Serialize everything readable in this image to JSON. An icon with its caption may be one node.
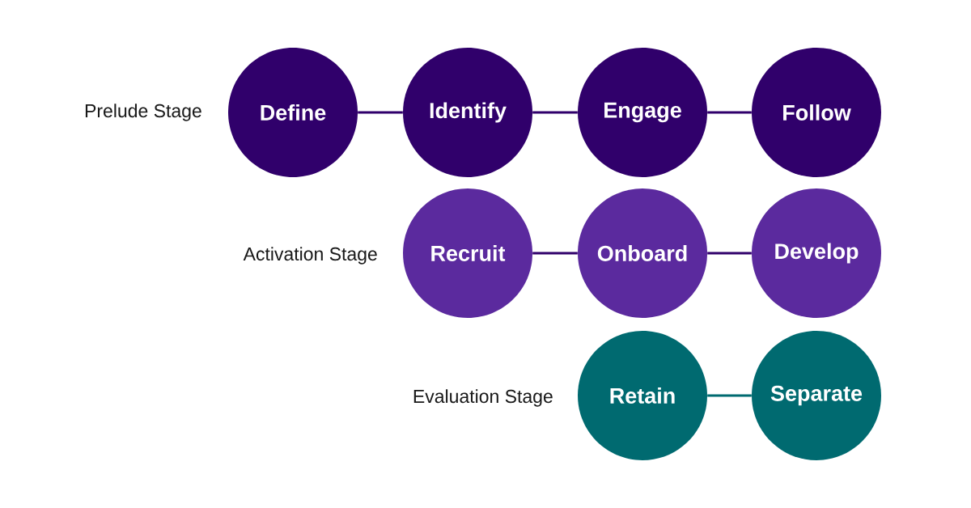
{
  "diagram": {
    "nodes": [
      {
        "text": [
          "Define"
        ]
      },
      {
        "text": [
          "Identify"
        ]
      },
      {
        "text": [
          "Engage"
        ]
      },
      {
        "text": [
          "Follow"
        ]
      },
      {
        "text": [
          "Recruit"
        ]
      },
      {
        "text": [
          "Onboard"
        ]
      },
      {
        "text": [
          "Develop"
        ]
      },
      {
        "text": [
          "Retain"
        ]
      },
      {
        "text": [
          "Separate"
        ]
      }
    ],
    "edges": [
      {
        "from": 0,
        "to": 1,
        "arrow": "none"
      },
      {
        "from": 1,
        "to": 2,
        "arrow": "none"
      },
      {
        "from": 2,
        "to": 3,
        "arrow": "none"
      },
      {
        "from": 4,
        "to": 5,
        "arrow": "none"
      },
      {
        "from": 5,
        "to": 6,
        "arrow": "none"
      },
      {
        "from": 7,
        "to": 8,
        "arrow": "none",
        "color": "#006a70"
      }
    ],
    "labels": [
      "Prelude Stage",
      "Activation Stage",
      "Evaluation Stage"
    ]
  }
}
